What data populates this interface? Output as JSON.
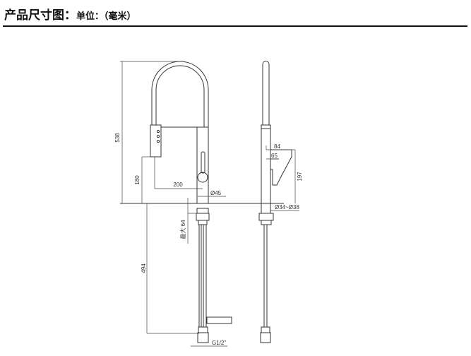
{
  "header": {
    "title": "产品尺寸图：",
    "unit": "单位：（毫米）"
  },
  "dimensions": {
    "total_height": "538",
    "spray_head_height": "180",
    "reach": "200",
    "body_diameter": "Ø45",
    "max_deck_thickness": "最大 64",
    "hose_length": "494",
    "inlet_thread": "G1/2\"",
    "handle_depth": "84",
    "handle_offset": "65",
    "handle_height": "197",
    "hole_diameter": "Ø34~Ø38"
  }
}
